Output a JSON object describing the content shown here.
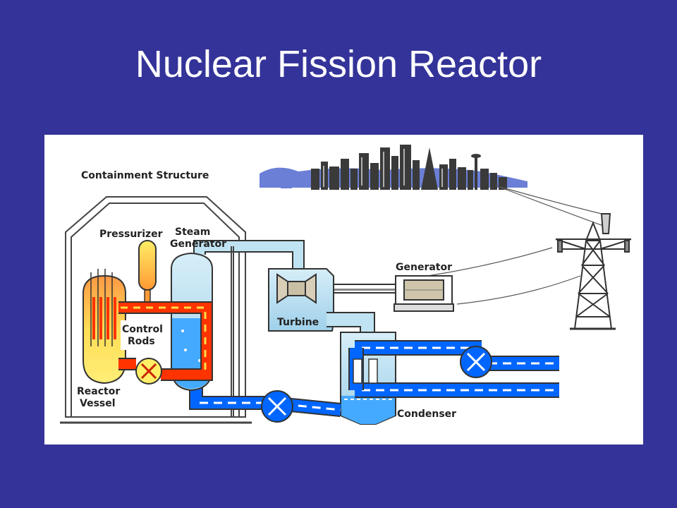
{
  "slide": {
    "title": "Nuclear Fission Reactor"
  },
  "diagram": {
    "labels": {
      "containment": "Containment Structure",
      "pressurizer": "Pressurizer",
      "steam_generator_line1": "Steam",
      "steam_generator_line2": "Generator",
      "control_rods_line1": "Control",
      "control_rods_line2": "Rods",
      "reactor_vessel_line1": "Reactor",
      "reactor_vessel_line2": "Vessel",
      "turbine": "Turbine",
      "generator": "Generator",
      "condenser": "Condenser"
    }
  },
  "colors": {
    "background": "#333399",
    "hot_loop": "#ff3300",
    "cool_loop": "#0066ff",
    "steam": "#bfe3f2",
    "water": "#44aaff",
    "core": "#ffee66"
  }
}
